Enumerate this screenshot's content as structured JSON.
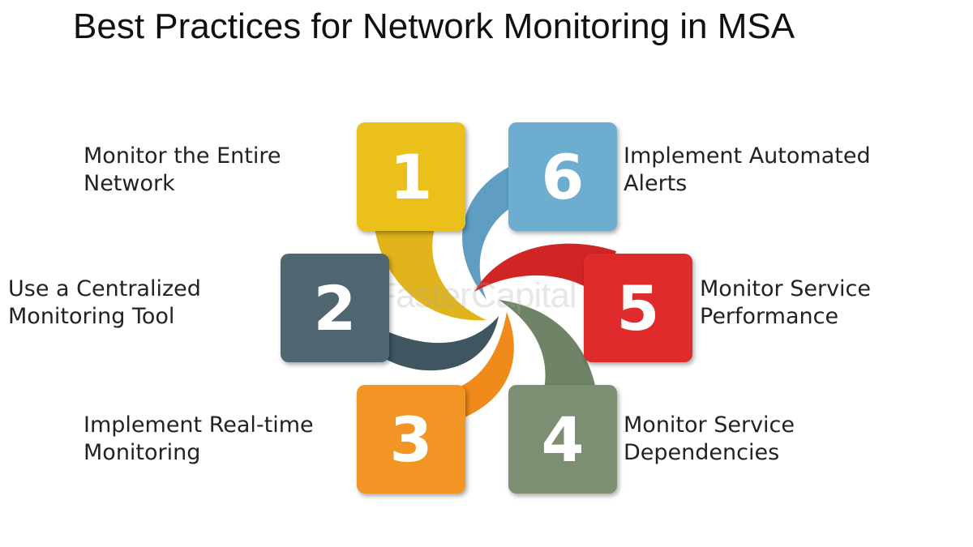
{
  "title": "Best Practices for Network Monitoring in MSA",
  "watermark": "FasterCapital",
  "items": [
    {
      "number": "1",
      "line1": "Monitor the Entire",
      "line2": "Network",
      "color": "#ecc01a"
    },
    {
      "number": "2",
      "line1": "Use a Centralized",
      "line2": "Monitoring Tool",
      "color": "#4f6570"
    },
    {
      "number": "3",
      "line1": "Implement Real-time",
      "line2": "Monitoring",
      "color": "#f39524"
    },
    {
      "number": "4",
      "line1": "Monitor Service",
      "line2": "Dependencies",
      "color": "#7c8f72"
    },
    {
      "number": "5",
      "line1": "Monitor Service",
      "line2": "Performance",
      "color": "#df2b2b"
    },
    {
      "number": "6",
      "line1": "Implement Automated",
      "line2": "Alerts",
      "color": "#6daed0"
    }
  ]
}
